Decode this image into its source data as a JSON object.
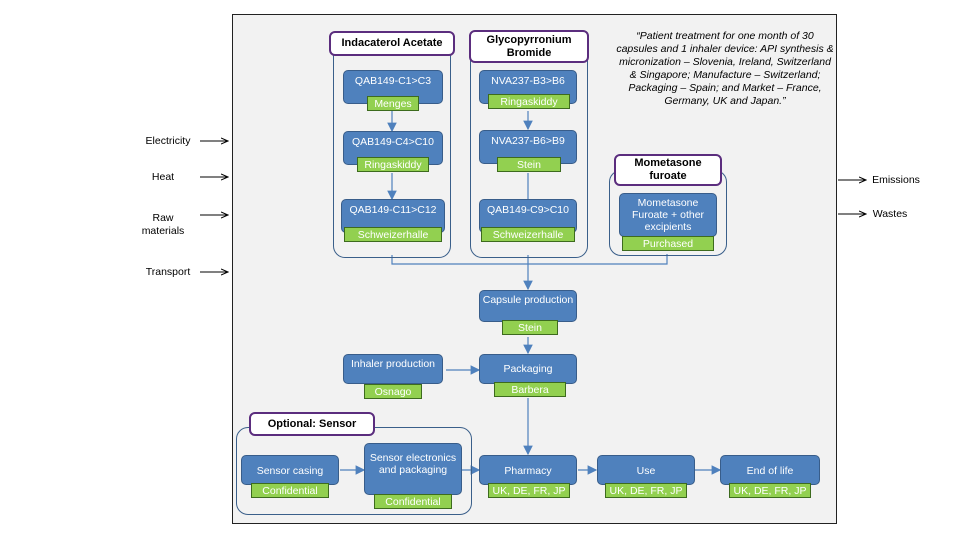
{
  "quote": "“Patient treatment for one month of 30 capsules and 1 inhaler device: API synthesis & micronization – Slovenia, Ireland, Switzerland & Singapore; Manufacture – Switzerland; Packaging – Spain; and Market – France, Germany, UK and Japan.”",
  "inputs": [
    "Electricity",
    "Heat",
    "Raw materials",
    "Transport"
  ],
  "outputs": [
    "Emissions",
    "Wastes"
  ],
  "groups": {
    "indacaterol": "Indacaterol Acetate",
    "glycopyrronium": "Glycopyrronium Bromide",
    "mometasone": "Mometasone furoate",
    "sensor": "Optional: Sensor"
  },
  "steps": {
    "qab_c1_c3": {
      "name": "QAB149-C1>C3",
      "site": "Menges"
    },
    "qab_c4_c10": {
      "name": "QAB149-C4>C10",
      "site": "Ringaskiddy"
    },
    "qab_c11_c12": {
      "name": "QAB149-C11>C12",
      "site": "Schweizerhalle"
    },
    "nva_b3_b6": {
      "name": "NVA237-B3>B6",
      "site": "Ringaskiddy"
    },
    "nva_b6_b9": {
      "name": "NVA237-B6>B9",
      "site": "Stein"
    },
    "qab_c9_c10": {
      "name": "QAB149-C9>C10",
      "site": "Schweizerhalle"
    },
    "mometasone": {
      "name": "Mometasone Furoate + other excipients",
      "site": "Purchased"
    },
    "capsule": {
      "name": "Capsule production",
      "site": "Stein"
    },
    "inhaler": {
      "name": "Inhaler production",
      "site": "Osnago"
    },
    "packaging": {
      "name": "Packaging",
      "site": "Barbera"
    },
    "sensor_casing": {
      "name": "Sensor casing",
      "site": "Confidential"
    },
    "sensor_electronics": {
      "name": "Sensor electronics and packaging",
      "site": "Confidential"
    },
    "pharmacy": {
      "name": "Pharmacy",
      "site": "UK, DE, FR, JP"
    },
    "use": {
      "name": "Use",
      "site": "UK, DE, FR, JP"
    },
    "end_of_life": {
      "name": "End of life",
      "site": "UK, DE, FR, JP"
    }
  }
}
